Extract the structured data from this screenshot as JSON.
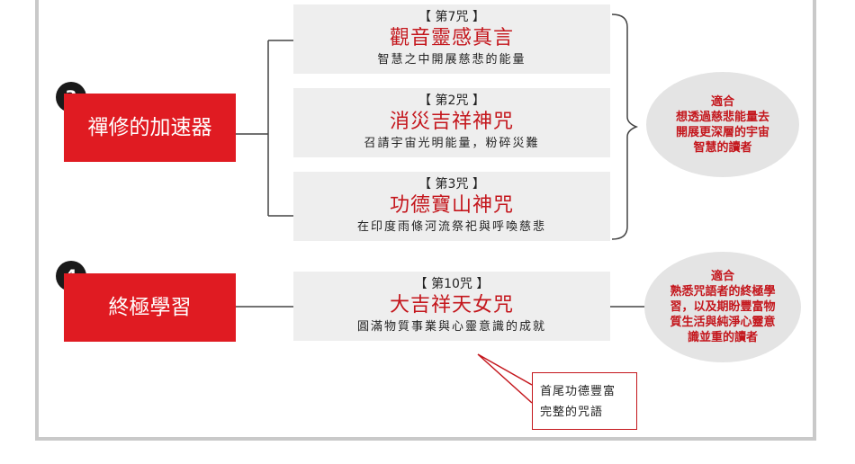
{
  "groups": [
    {
      "number": "3",
      "title": "禪修的加速器",
      "spells": [
        {
          "tag": "【 第7咒 】",
          "name": "觀音靈感真言",
          "desc": "智慧之中開展慈悲的能量"
        },
        {
          "tag": "【 第2咒 】",
          "name": "消災吉祥神咒",
          "desc": "召請宇宙光明能量，粉碎災難"
        },
        {
          "tag": "【 第3咒 】",
          "name": "功德寶山神咒",
          "desc": "在印度雨條河流祭祀與呼喚慈悲"
        }
      ],
      "suitable": [
        "適合",
        "想透過慈悲能量去",
        "開展更深層的宇宙",
        "智慧的讀者"
      ]
    },
    {
      "number": "4",
      "title": "終極學習",
      "spells": [
        {
          "tag": "【 第10咒 】",
          "name": "大吉祥天女咒",
          "desc": "圓滿物質事業與心靈意識的成就"
        }
      ],
      "suitable": [
        "適合",
        "熟悉咒語者的終極學",
        "習，以及期盼豐富物",
        "質生活與純淨心靈意",
        "識並重的讀者"
      ]
    }
  ],
  "callout": [
    "首尾功德豐富",
    "完整的咒語"
  ],
  "colors": {
    "accent_red": "#e01b22",
    "text_red": "#c4161c",
    "box_gray": "#eeeeee",
    "ellipse_gray": "#e4e4e4",
    "frame_gray": "#c9c9c9"
  }
}
